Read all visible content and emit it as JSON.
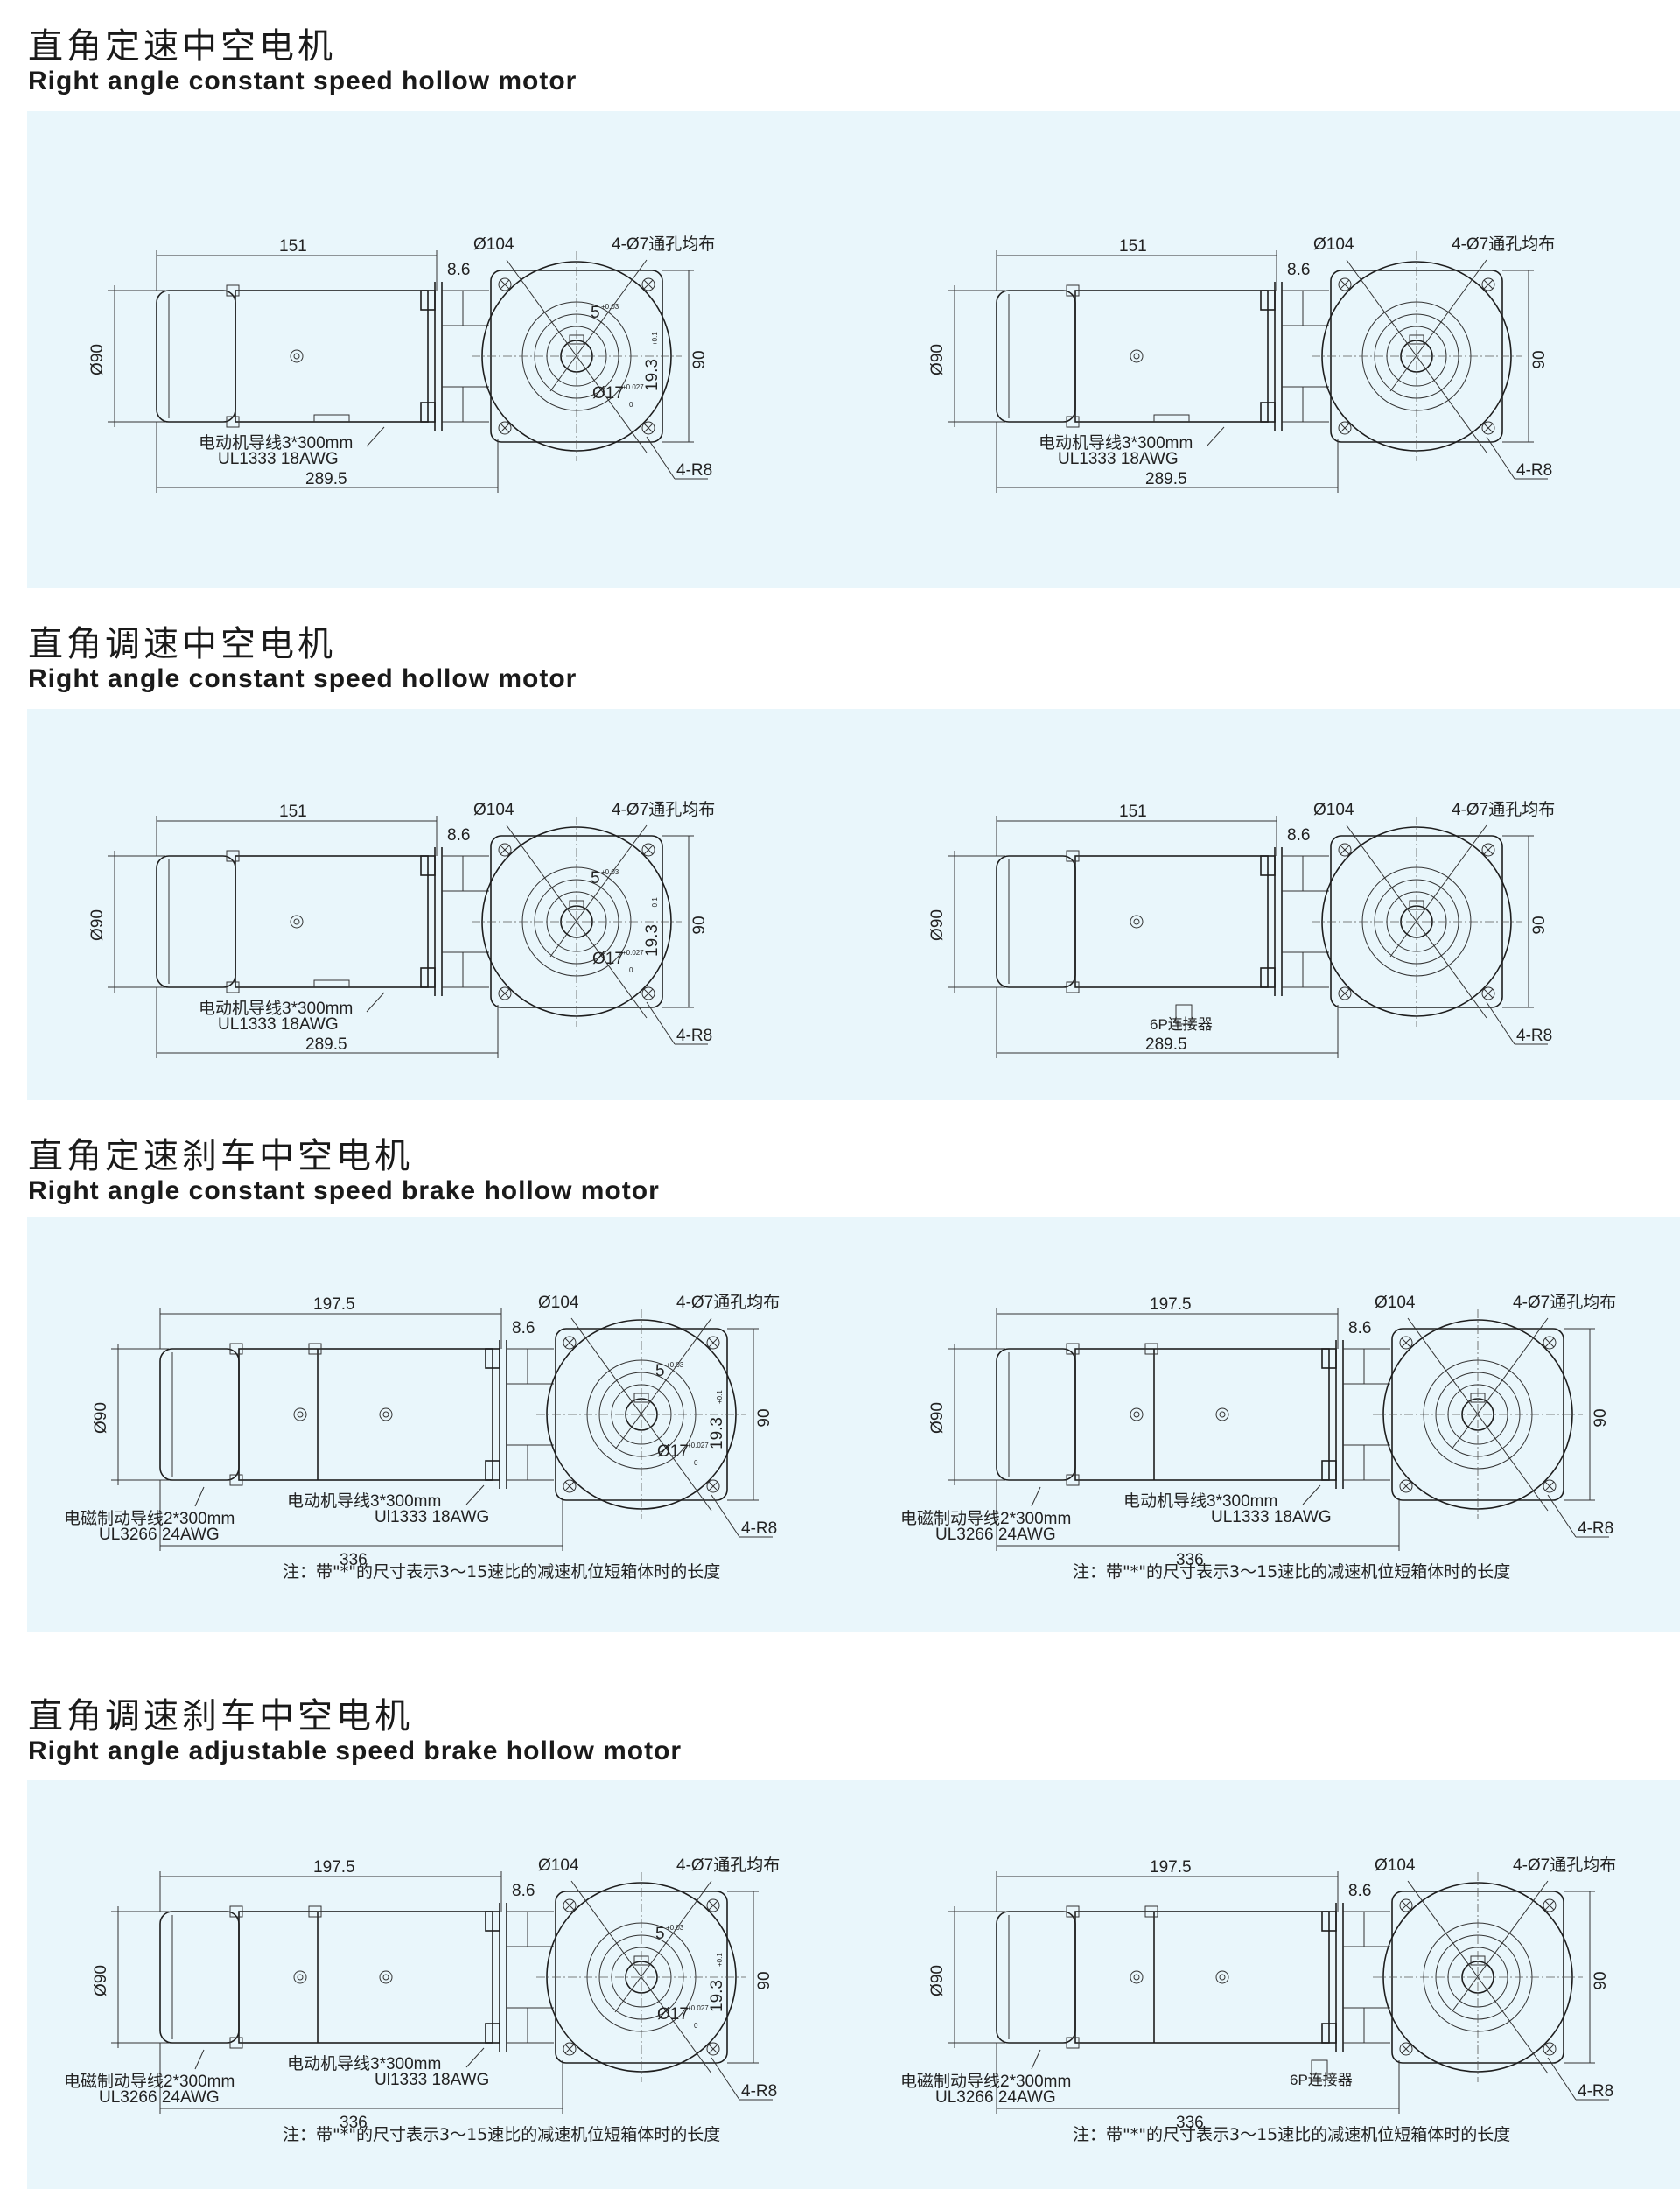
{
  "sections": [
    {
      "title_cn": "直角定速中空电机",
      "title_en": "Right angle constant speed hollow motor",
      "drawings": [
        {
          "variant": "basic",
          "length": "151",
          "flange_gap": "8.6",
          "diameter": "Ø90",
          "flange_dia": "Ø104",
          "holes": "4-Ø7通孔均布",
          "key_width": "5",
          "key_tol": "+0.03",
          "key_height": "19.3",
          "key_height_tol": "+0.1",
          "bore_dia": "Ø17",
          "bore_tol": "+0.027",
          "bore_tol_low": "0",
          "side_height": "90",
          "corner": "4-R8",
          "total": "289.5",
          "lead_cn": "电动机导线3*300mm",
          "lead_ul": "UL1333  18AWG"
        },
        {
          "variant": "simple",
          "length": "151",
          "flange_gap": "8.6",
          "diameter": "Ø90",
          "flange_dia": "Ø104",
          "holes": "4-Ø7通孔均布",
          "side_height": "90",
          "corner": "4-R8",
          "total": "289.5",
          "lead_cn": "电动机导线3*300mm",
          "lead_ul": "UL1333  18AWG"
        }
      ]
    },
    {
      "title_cn": "直角调速中空电机",
      "title_en": "Right angle constant speed hollow motor",
      "drawings": [
        {
          "variant": "basic",
          "length": "151",
          "flange_gap": "8.6",
          "diameter": "Ø90",
          "flange_dia": "Ø104",
          "holes": "4-Ø7通孔均布",
          "key_width": "5",
          "key_tol": "+0.03",
          "key_height": "19.3",
          "key_height_tol": "+0.1",
          "bore_dia": "Ø17",
          "bore_tol": "+0.027",
          "bore_tol_low": "0",
          "side_height": "90",
          "corner": "4-R8",
          "total": "289.5",
          "lead_cn": "电动机导线3*300mm",
          "lead_ul": "UL1333  18AWG"
        },
        {
          "variant": "connector",
          "length": "151",
          "flange_gap": "8.6",
          "diameter": "Ø90",
          "flange_dia": "Ø104",
          "holes": "4-Ø7通孔均布",
          "side_height": "90",
          "corner": "4-R8",
          "total": "289.5",
          "connector": "6P连接器"
        }
      ]
    },
    {
      "title_cn": "直角定速刹车中空电机",
      "title_en": "Right angle constant speed brake hollow motor",
      "drawings": [
        {
          "variant": "brake",
          "length": "197.5",
          "flange_gap": "8.6",
          "diameter": "Ø90",
          "flange_dia": "Ø104",
          "holes": "4-Ø7通孔均布",
          "key_width": "5",
          "key_tol": "+0.03",
          "key_height": "19.3",
          "key_height_tol": "+0.1",
          "bore_dia": "Ø17",
          "bore_tol": "+0.027",
          "bore_tol_low": "0",
          "side_height": "90",
          "corner": "4-R8",
          "total": "336",
          "brake_cn": "电磁制动导线2*300mm",
          "brake_ul": "UL3266  24AWG",
          "lead_cn": "电动机导线3*300mm",
          "lead_ul": "Ul1333  18AWG"
        },
        {
          "variant": "brake-simple",
          "length": "197.5",
          "flange_gap": "8.6",
          "diameter": "Ø90",
          "flange_dia": "Ø104",
          "holes": "4-Ø7通孔均布",
          "side_height": "90",
          "corner": "4-R8",
          "total": "336",
          "brake_cn": "电磁制动导线2*300mm",
          "brake_ul": "UL3266  24AWG",
          "lead_cn": "电动机导线3*300mm",
          "lead_ul": "UL1333  18AWG"
        }
      ],
      "notes": [
        "注：带\"*\"的尺寸表示3～15速比的减速机位短箱体时的长度",
        "注：带\"*\"的尺寸表示3～15速比的减速机位短箱体时的长度"
      ]
    },
    {
      "title_cn": "直角调速刹车中空电机",
      "title_en": "Right angle adjustable speed brake hollow motor",
      "drawings": [
        {
          "variant": "brake",
          "length": "197.5",
          "flange_gap": "8.6",
          "diameter": "Ø90",
          "flange_dia": "Ø104",
          "holes": "4-Ø7通孔均布",
          "key_width": "5",
          "key_tol": "+0.03",
          "key_height": "19.3",
          "key_height_tol": "+0.1",
          "bore_dia": "Ø17",
          "bore_tol": "+0.027",
          "bore_tol_low": "0",
          "side_height": "90",
          "corner": "4-R8",
          "total": "336",
          "brake_cn": "电磁制动导线2*300mm",
          "brake_ul": "UL3266  24AWG",
          "lead_cn": "电动机导线3*300mm",
          "lead_ul": "Ul1333  18AWG"
        },
        {
          "variant": "brake-connector",
          "length": "197.5",
          "flange_gap": "8.6",
          "diameter": "Ø90",
          "flange_dia": "Ø104",
          "holes": "4-Ø7通孔均布",
          "side_height": "90",
          "corner": "4-R8",
          "total": "336",
          "brake_cn": "电磁制动导线2*300mm",
          "brake_ul": "UL3266  24AWG",
          "connector": "6P连接器"
        }
      ],
      "notes": [
        "注：带\"*\"的尺寸表示3～15速比的减速机位短箱体时的长度",
        "注：带\"*\"的尺寸表示3～15速比的减速机位短箱体时的长度"
      ]
    }
  ]
}
